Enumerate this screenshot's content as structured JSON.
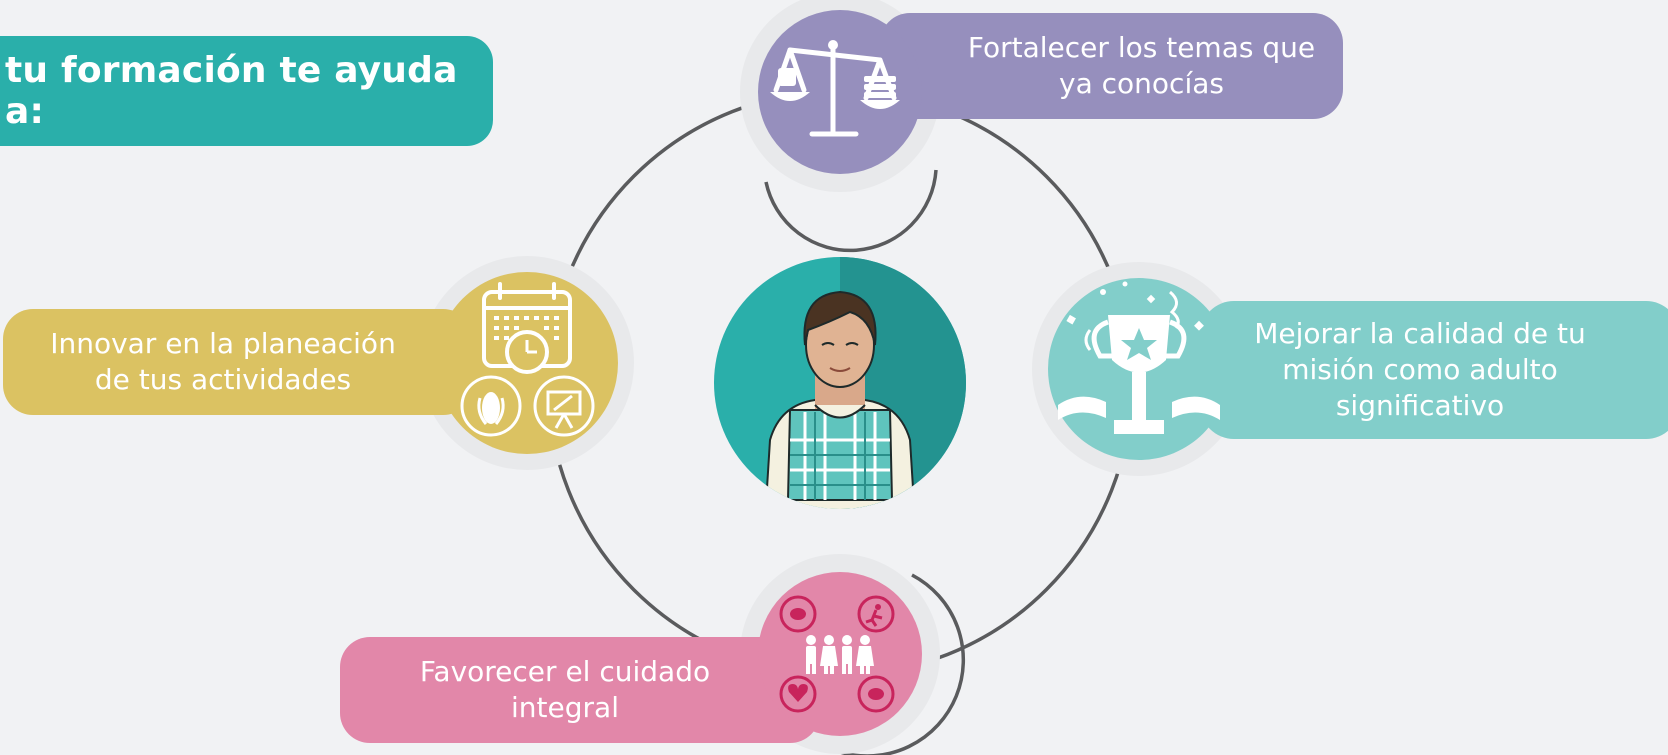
{
  "title": "tu formación te ayuda a:",
  "items": [
    {
      "label": "Fortalecer los temas que\nya conocías",
      "icon": "balance-scale-icon",
      "color": "#968fbd"
    },
    {
      "label": "Mejorar la calidad de tu\nmisión como adulto\nsignificativo",
      "icon": "trophy-icon",
      "color": "#82ceca"
    },
    {
      "label": "Innovar en la planeación\nde tus actividades",
      "icon": "calendar-planning-icon",
      "color": "#dbc262"
    },
    {
      "label": "Favorecer el cuidado\nintegral",
      "icon": "children-care-icon",
      "color": "#e287a9"
    }
  ],
  "center": {
    "icon": "educator-avatar-icon",
    "color": "#2aafaa"
  }
}
